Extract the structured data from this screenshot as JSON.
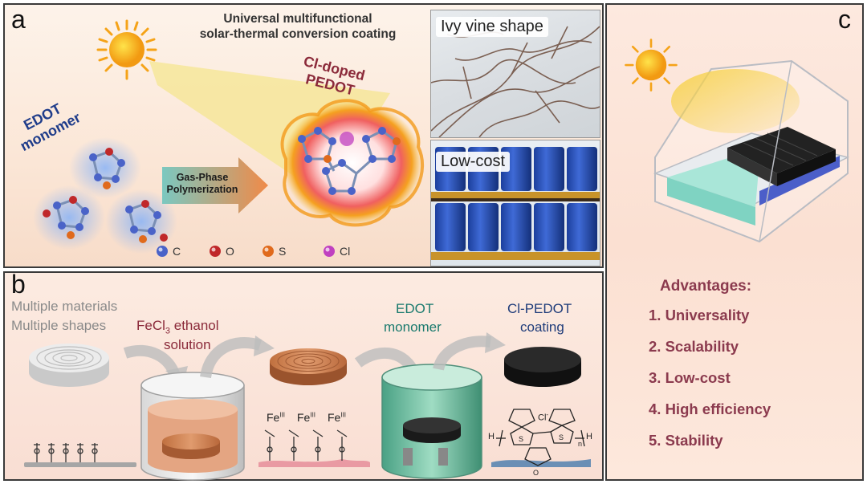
{
  "panel_a": {
    "label": "a",
    "title_line1": "Universal multifunctional",
    "title_line2": "solar-thermal conversion coating",
    "monomer_line1": "EDOT",
    "monomer_line2": "monomer",
    "product_line1": "Cl-doped",
    "product_line2": "PEDOT",
    "arrow_line1": "Gas-Phase",
    "arrow_line2": "Polymerization",
    "legend": [
      {
        "label": "C",
        "color": "#4a63c8"
      },
      {
        "label": "O",
        "color": "#c0282a"
      },
      {
        "label": "S",
        "color": "#e06a1c"
      },
      {
        "label": "Cl",
        "color": "#c040c0"
      }
    ],
    "photo_top_label": "Ivy vine shape",
    "photo_bottom_label": "Low-cost"
  },
  "panel_b": {
    "label": "b",
    "materials_line1": "Multiple materials",
    "materials_line2": "Multiple shapes",
    "fecl3_line1": "FeCl",
    "fecl3_sub": "3",
    "fecl3_rest": " ethanol",
    "fecl3_line2": "solution",
    "edot_line1": "EDOT",
    "edot_line2": "monomer",
    "coating_line1": "Cl-PEDOT",
    "coating_line2": "coating",
    "fe_label": "Fe",
    "fe_sup": "III",
    "h_left": "H",
    "h_right": "H",
    "n_sub": "n",
    "cl_label": "Cl",
    "cl_sup": "-",
    "s_label": "S",
    "o_label": "O"
  },
  "panel_c": {
    "label": "c",
    "advantages_title": "Advantages:",
    "advantages": [
      "1. Universality",
      "2. Scalability",
      "3. Low-cost",
      "4. High efficiency",
      "5. Stability"
    ]
  },
  "colors": {
    "blue_text": "#1f3c8a",
    "maroon_text": "#8b2a3a",
    "teal_text": "#1a7a6e",
    "navy_text": "#1f3c7a",
    "advantage_text": "#8b3a4e"
  }
}
